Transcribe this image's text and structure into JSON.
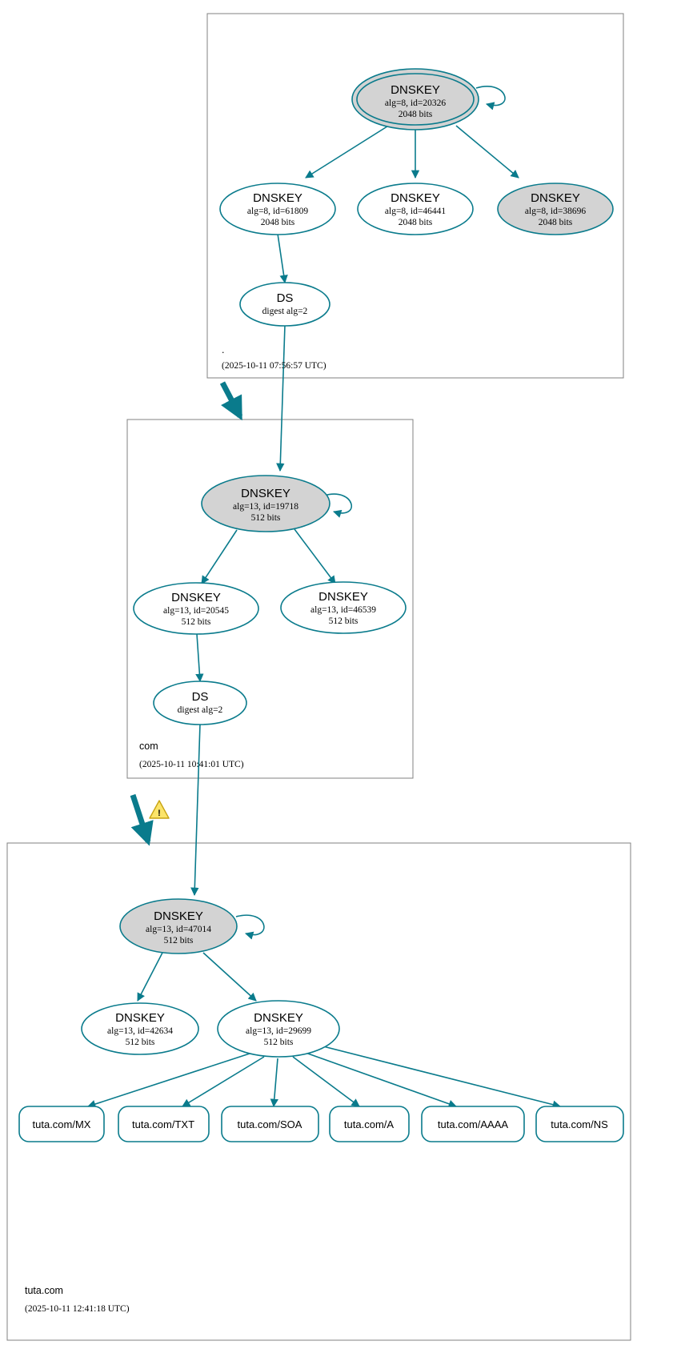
{
  "diagram": {
    "kind": "dnssec-authentication-chain",
    "colors": {
      "accent": "#0a7b8c",
      "node_secure_fill": "#d3d3d3",
      "node_plain_fill": "#ffffff",
      "zone_border": "#808080",
      "warning": "#f5d033"
    }
  },
  "zones": [
    {
      "id": "root",
      "name": ".",
      "timestamp": "(2025-10-11 07:56:57 UTC)",
      "nodes": [
        {
          "id": "root-ksk",
          "type": "DNSKEY",
          "title": "DNSKEY",
          "line2": "alg=8, id=20326",
          "line3": "2048 bits",
          "fill": "grey",
          "double": true
        },
        {
          "id": "root-zsk-61809",
          "type": "DNSKEY",
          "title": "DNSKEY",
          "line2": "alg=8, id=61809",
          "line3": "2048 bits",
          "fill": "white",
          "double": false
        },
        {
          "id": "root-zsk-46441",
          "type": "DNSKEY",
          "title": "DNSKEY",
          "line2": "alg=8, id=46441",
          "line3": "2048 bits",
          "fill": "white",
          "double": false
        },
        {
          "id": "root-key-38696",
          "type": "DNSKEY",
          "title": "DNSKEY",
          "line2": "alg=8, id=38696",
          "line3": "2048 bits",
          "fill": "grey",
          "double": false
        },
        {
          "id": "root-ds",
          "type": "DS",
          "title": "DS",
          "line2": "digest alg=2",
          "line3": "",
          "fill": "white",
          "double": false
        }
      ]
    },
    {
      "id": "com",
      "name": "com",
      "timestamp": "(2025-10-11 10:41:01 UTC)",
      "nodes": [
        {
          "id": "com-ksk",
          "type": "DNSKEY",
          "title": "DNSKEY",
          "line2": "alg=13, id=19718",
          "line3": "512 bits",
          "fill": "grey",
          "double": false
        },
        {
          "id": "com-zsk-20545",
          "type": "DNSKEY",
          "title": "DNSKEY",
          "line2": "alg=13, id=20545",
          "line3": "512 bits",
          "fill": "white",
          "double": false
        },
        {
          "id": "com-zsk-46539",
          "type": "DNSKEY",
          "title": "DNSKEY",
          "line2": "alg=13, id=46539",
          "line3": "512 bits",
          "fill": "white",
          "double": false
        },
        {
          "id": "com-ds",
          "type": "DS",
          "title": "DS",
          "line2": "digest alg=2",
          "line3": "",
          "fill": "white",
          "double": false
        }
      ]
    },
    {
      "id": "tuta",
      "name": "tuta.com",
      "timestamp": "(2025-10-11 12:41:18 UTC)",
      "nodes": [
        {
          "id": "tuta-ksk",
          "type": "DNSKEY",
          "title": "DNSKEY",
          "line2": "alg=13, id=47014",
          "line3": "512 bits",
          "fill": "grey",
          "double": false
        },
        {
          "id": "tuta-zsk-42634",
          "type": "DNSKEY",
          "title": "DNSKEY",
          "line2": "alg=13, id=42634",
          "line3": "512 bits",
          "fill": "white",
          "double": false
        },
        {
          "id": "tuta-zsk-29699",
          "type": "DNSKEY",
          "title": "DNSKEY",
          "line2": "alg=13, id=29699",
          "line3": "512 bits",
          "fill": "white",
          "double": false
        }
      ],
      "rrsets": [
        {
          "id": "rr-mx",
          "label": "tuta.com/MX"
        },
        {
          "id": "rr-txt",
          "label": "tuta.com/TXT"
        },
        {
          "id": "rr-soa",
          "label": "tuta.com/SOA"
        },
        {
          "id": "rr-a",
          "label": "tuta.com/A"
        },
        {
          "id": "rr-aaaa",
          "label": "tuta.com/AAAA"
        },
        {
          "id": "rr-ns",
          "label": "tuta.com/NS"
        }
      ]
    }
  ],
  "delegations": [
    {
      "id": "root-to-com",
      "from": ".",
      "to": "com",
      "has_warning": false
    },
    {
      "id": "com-to-tuta",
      "from": "com",
      "to": "tuta.com",
      "has_warning": true
    }
  ],
  "warning": {
    "id": "com-to-tuta-warning",
    "glyph": "!",
    "name": "warning-triangle"
  }
}
